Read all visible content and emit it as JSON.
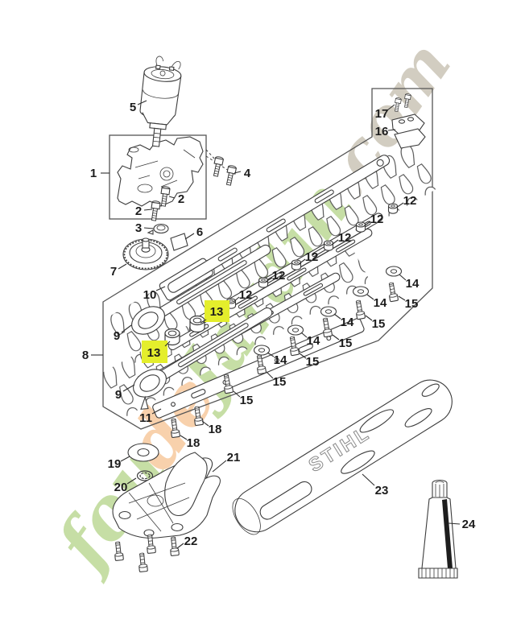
{
  "diagram": {
    "title_hidden": "",
    "guard_brand": "STIHL",
    "watermark": {
      "w1": "fou",
      "w2": "de",
      "w3": "Jardin",
      "w4": ".com"
    },
    "colors": {
      "highlight": "#e4ee2c",
      "wm_green": "#8fbf4d",
      "wm_orange": "#f2a45c",
      "wm_taupe": "#a79c84",
      "line": "#3c3c3c"
    },
    "callouts": {
      "c1": "1",
      "c2a": "2",
      "c2b": "2",
      "c3": "3",
      "c4": "4",
      "c5": "5",
      "c6": "6",
      "c7": "7",
      "c8": "8",
      "c9a": "9",
      "c9b": "9",
      "c10": "10",
      "c11": "11",
      "c12a": "12",
      "c12b": "12",
      "c12c": "12",
      "c12d": "12",
      "c12e": "12",
      "c12f": "12",
      "c13a": "13",
      "c13b": "13",
      "c14a": "14",
      "c14b": "14",
      "c14c": "14",
      "c14d": "14",
      "c14e": "14",
      "c15a": "15",
      "c15b": "15",
      "c15c": "15",
      "c15d": "15",
      "c15e": "15",
      "c15f": "15",
      "c16": "16",
      "c17": "17",
      "c18a": "18",
      "c18b": "18",
      "c19": "19",
      "c20": "20",
      "c21": "21",
      "c22": "22",
      "c23": "23",
      "c24": "24"
    }
  }
}
